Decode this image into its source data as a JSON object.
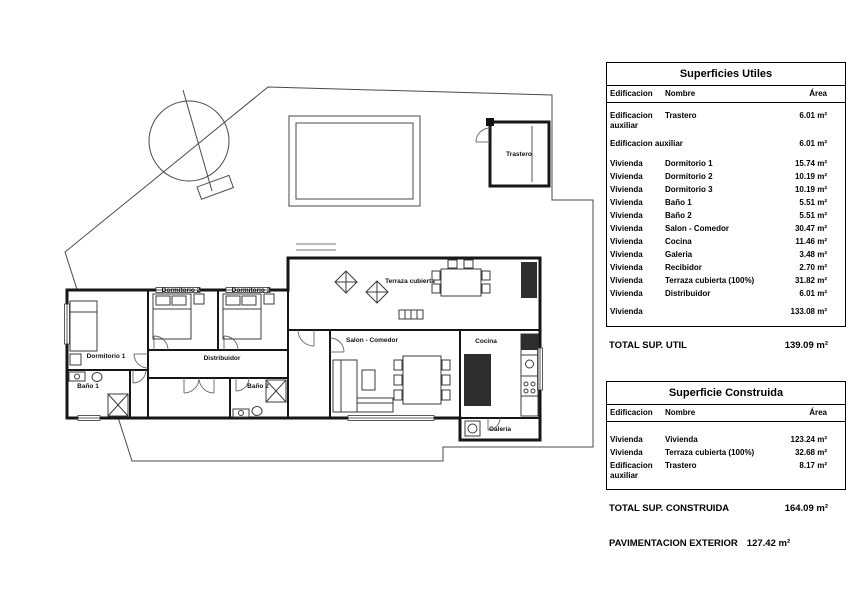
{
  "plan": {
    "labels": {
      "trastero": "Trastero",
      "dormitorio1": "Dormitorio 1",
      "dormitorio2": "Dormitorio 2",
      "dormitorio3": "Dormitorio 3",
      "bano1": "Baño 1",
      "bano2": "Baño 2",
      "distribuidor": "Distribuidor",
      "salon_comedor": "Salon - Comedor",
      "cocina": "Cocina",
      "terraza": "Terraza cubierta",
      "galeria": "Galeria"
    }
  },
  "utiles": {
    "title": "Superficies Utiles",
    "headers": [
      "Edificacion",
      "Nombre",
      "Área"
    ],
    "rows": [
      {
        "c1": "Edificacion auxiliar",
        "c2": "Trastero",
        "c3": "6.01 m²"
      },
      {
        "c1": "Edificacion auxiliar",
        "c2": "",
        "c3": "6.01 m²"
      },
      {
        "c1": "Vivienda",
        "c2": "Dormitorio 1",
        "c3": "15.74 m²"
      },
      {
        "c1": "Vivienda",
        "c2": "Dormitorio 2",
        "c3": "10.19 m²"
      },
      {
        "c1": "Vivienda",
        "c2": "Dormitorio 3",
        "c3": "10.19 m²"
      },
      {
        "c1": "Vivienda",
        "c2": "Baño 1",
        "c3": "5.51 m²"
      },
      {
        "c1": "Vivienda",
        "c2": "Baño 2",
        "c3": "5.51 m²"
      },
      {
        "c1": "Vivienda",
        "c2": "Salon - Comedor",
        "c3": "30.47 m²"
      },
      {
        "c1": "Vivienda",
        "c2": "Cocina",
        "c3": "11.46 m²"
      },
      {
        "c1": "Vivienda",
        "c2": "Galeria",
        "c3": "3.48 m²"
      },
      {
        "c1": "Vivienda",
        "c2": "Recibidor",
        "c3": "2.70 m²"
      },
      {
        "c1": "Vivienda",
        "c2": "Terraza cubierta (100%)",
        "c3": "31.82 m²"
      },
      {
        "c1": "Vivienda",
        "c2": "Distribuidor",
        "c3": "6.01 m²"
      },
      {
        "c1": "Vivienda",
        "c2": "",
        "c3": "133.08 m²"
      }
    ],
    "total": {
      "label": "TOTAL SUP. UTIL",
      "value": "139.09 m²"
    }
  },
  "construida": {
    "title": "Superficie Construida",
    "headers": [
      "Edificacion",
      "Nombre",
      "Área"
    ],
    "rows": [
      {
        "c1": "Vivienda",
        "c2": "Vivienda",
        "c3": "123.24 m²"
      },
      {
        "c1": "Vivienda",
        "c2": "Terraza cubierta (100%)",
        "c3": "32.68 m²"
      },
      {
        "c1": "Edificacion auxiliar",
        "c2": "Trastero",
        "c3": "8.17 m²"
      }
    ],
    "total": {
      "label": "TOTAL SUP. CONSTRUIDA",
      "value": "164.09 m²"
    }
  },
  "pavimentacion": {
    "label": "PAVIMENTACION EXTERIOR",
    "value": "127.42 m²"
  }
}
